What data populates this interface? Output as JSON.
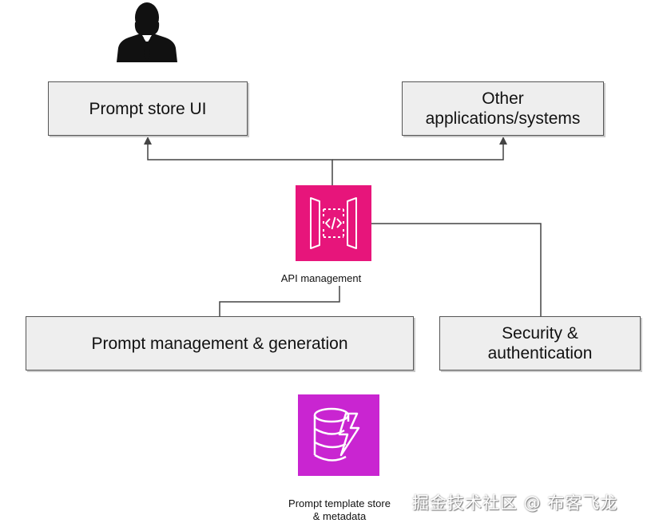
{
  "nodes": {
    "prompt_store_ui": "Prompt store UI",
    "other_apps": "Other\napplications/systems",
    "prompt_management": "Prompt management & generation",
    "security": "Security &\nauthentication"
  },
  "api_gateway": {
    "caption": "API management",
    "icon": "api-gateway-icon",
    "color": "#e7157b"
  },
  "template_store": {
    "caption": "Prompt template store\n& metadata",
    "icon": "database-lightning-icon",
    "color": "#c925d1"
  },
  "user": {
    "icon": "business-user-icon"
  },
  "watermark": "掘金技术社区 @ 布客飞龙"
}
